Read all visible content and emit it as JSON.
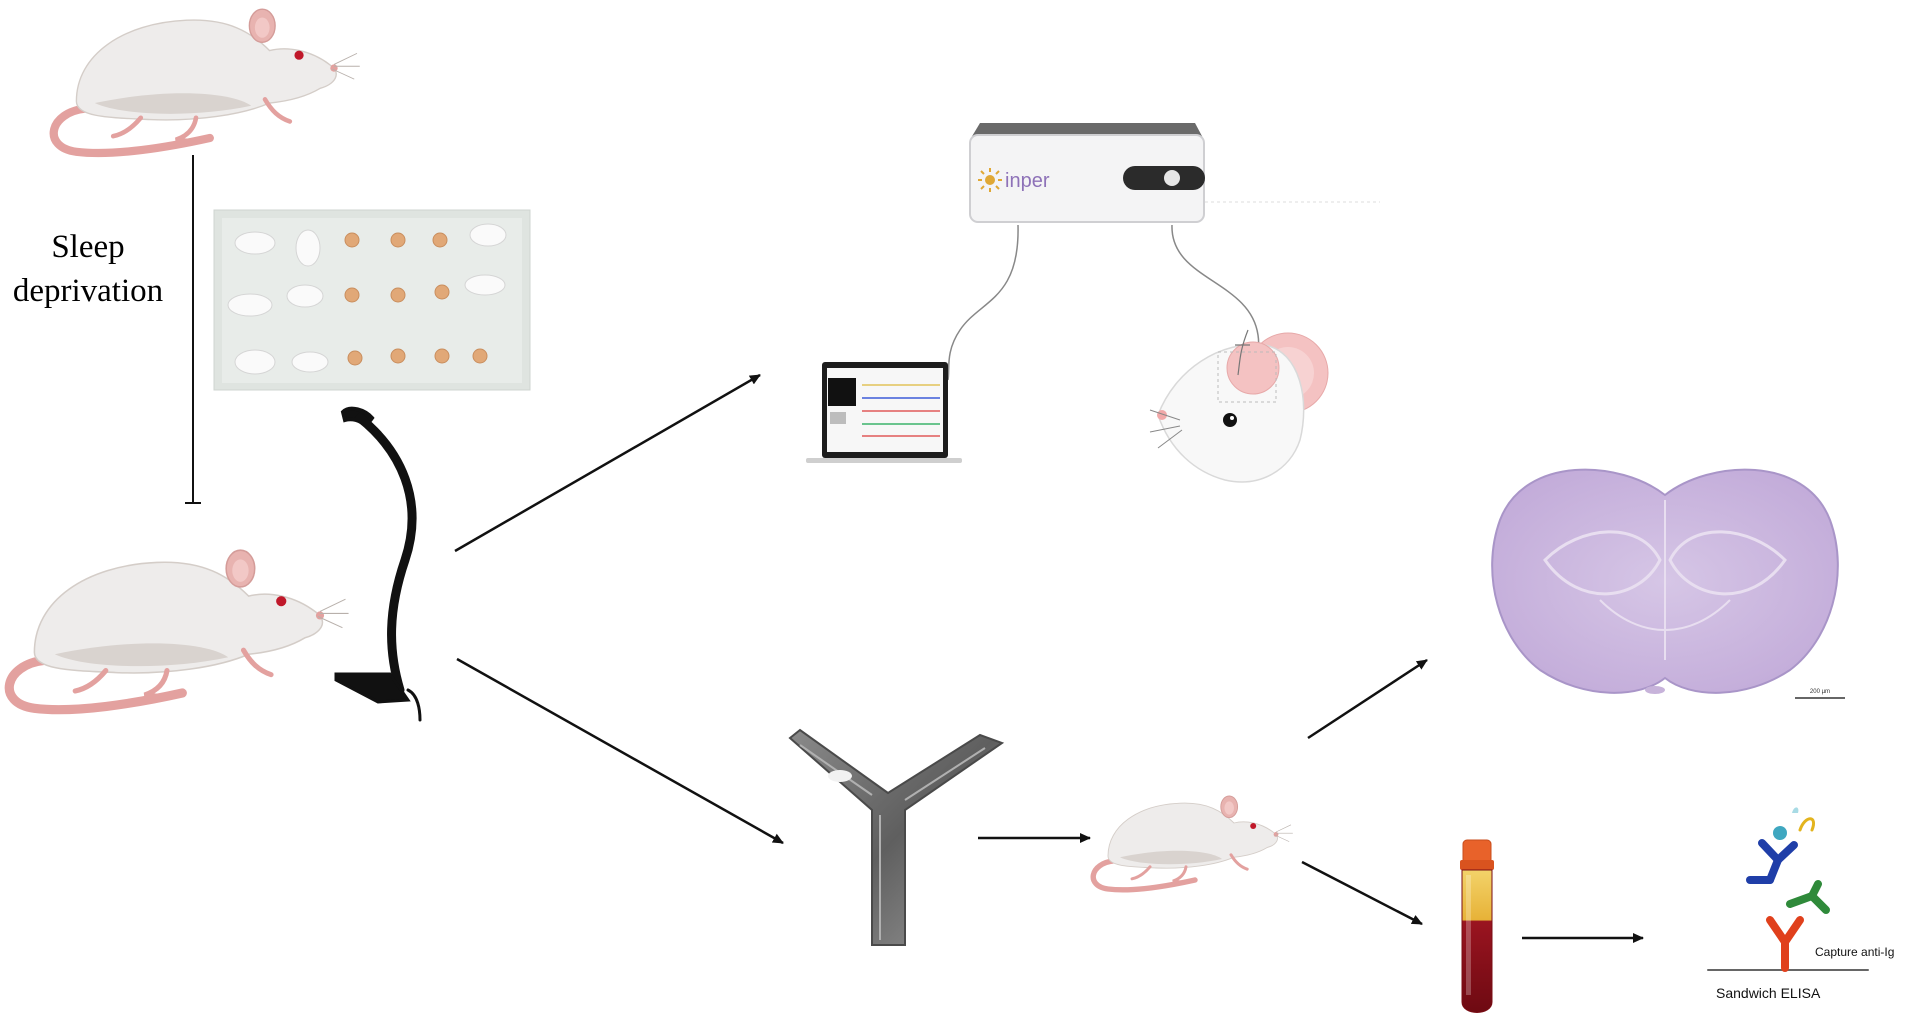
{
  "labels": {
    "sleep_line1": "Sleep",
    "sleep_line2": "deprivation",
    "device_brand": "inper",
    "capture": "Capture anti-Ig",
    "elisa": "Sandwich ELISA",
    "scale_bar": "200 µm"
  },
  "colors": {
    "mouse_body": "#eeeceb",
    "mouse_shade": "#d9d3cf",
    "mouse_tail": "#e3a19f",
    "mouse_eye": "#c0182a",
    "arrow": "#111111",
    "brain_fill": "#cbb7de",
    "brain_edge": "#a995c8",
    "blood": "#8b0f19",
    "serum": "#f0c23a",
    "tube_cap": "#e8622a",
    "ab_blue": "#1f3ea8",
    "ab_green": "#2f8a3a",
    "ab_red": "#e0401c",
    "device_accent": "#8e72b8"
  },
  "icons": [
    "mouse-icon",
    "cage-photo-icon",
    "lamp-icon",
    "fiber-photometry-device-icon",
    "laptop-icon",
    "mouse-head-icon",
    "y-maze-icon",
    "brain-section-icon",
    "blood-tube-icon",
    "antibody-icon"
  ]
}
